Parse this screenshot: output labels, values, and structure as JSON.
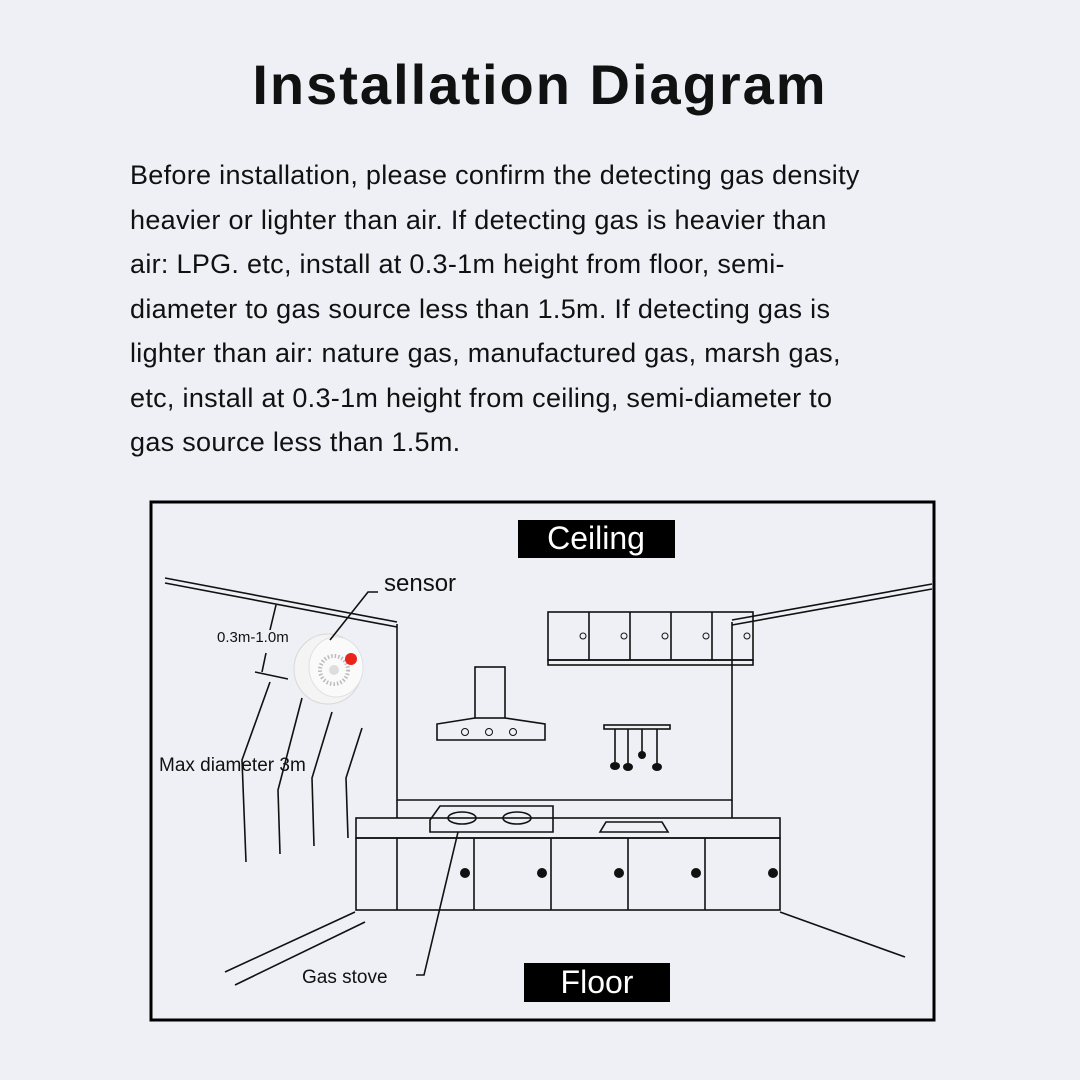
{
  "title": "Installation Diagram",
  "description_lines": [
    "Before installation, please confirm the detecting gas density",
    "heavier or lighter than air. If detecting gas is heavier than",
    "air: LPG. etc, install at 0.3-1m height from floor, semi-",
    "diameter to gas source less than 1.5m. If detecting gas is",
    "lighter than air: nature gas, manufactured gas, marsh gas,",
    "etc, install at 0.3-1m height from ceiling, semi-diameter to",
    "gas source less than 1.5m."
  ],
  "diagram": {
    "ceiling_label": "Ceiling",
    "floor_label": "Floor",
    "sensor_label": "sensor",
    "distance_label": "0.3m-1.0m",
    "diameter_label": "Max diameter 3m",
    "stove_label": "Gas stove",
    "colors": {
      "indicator": "#e8241c",
      "label_bg": "#000000"
    }
  }
}
